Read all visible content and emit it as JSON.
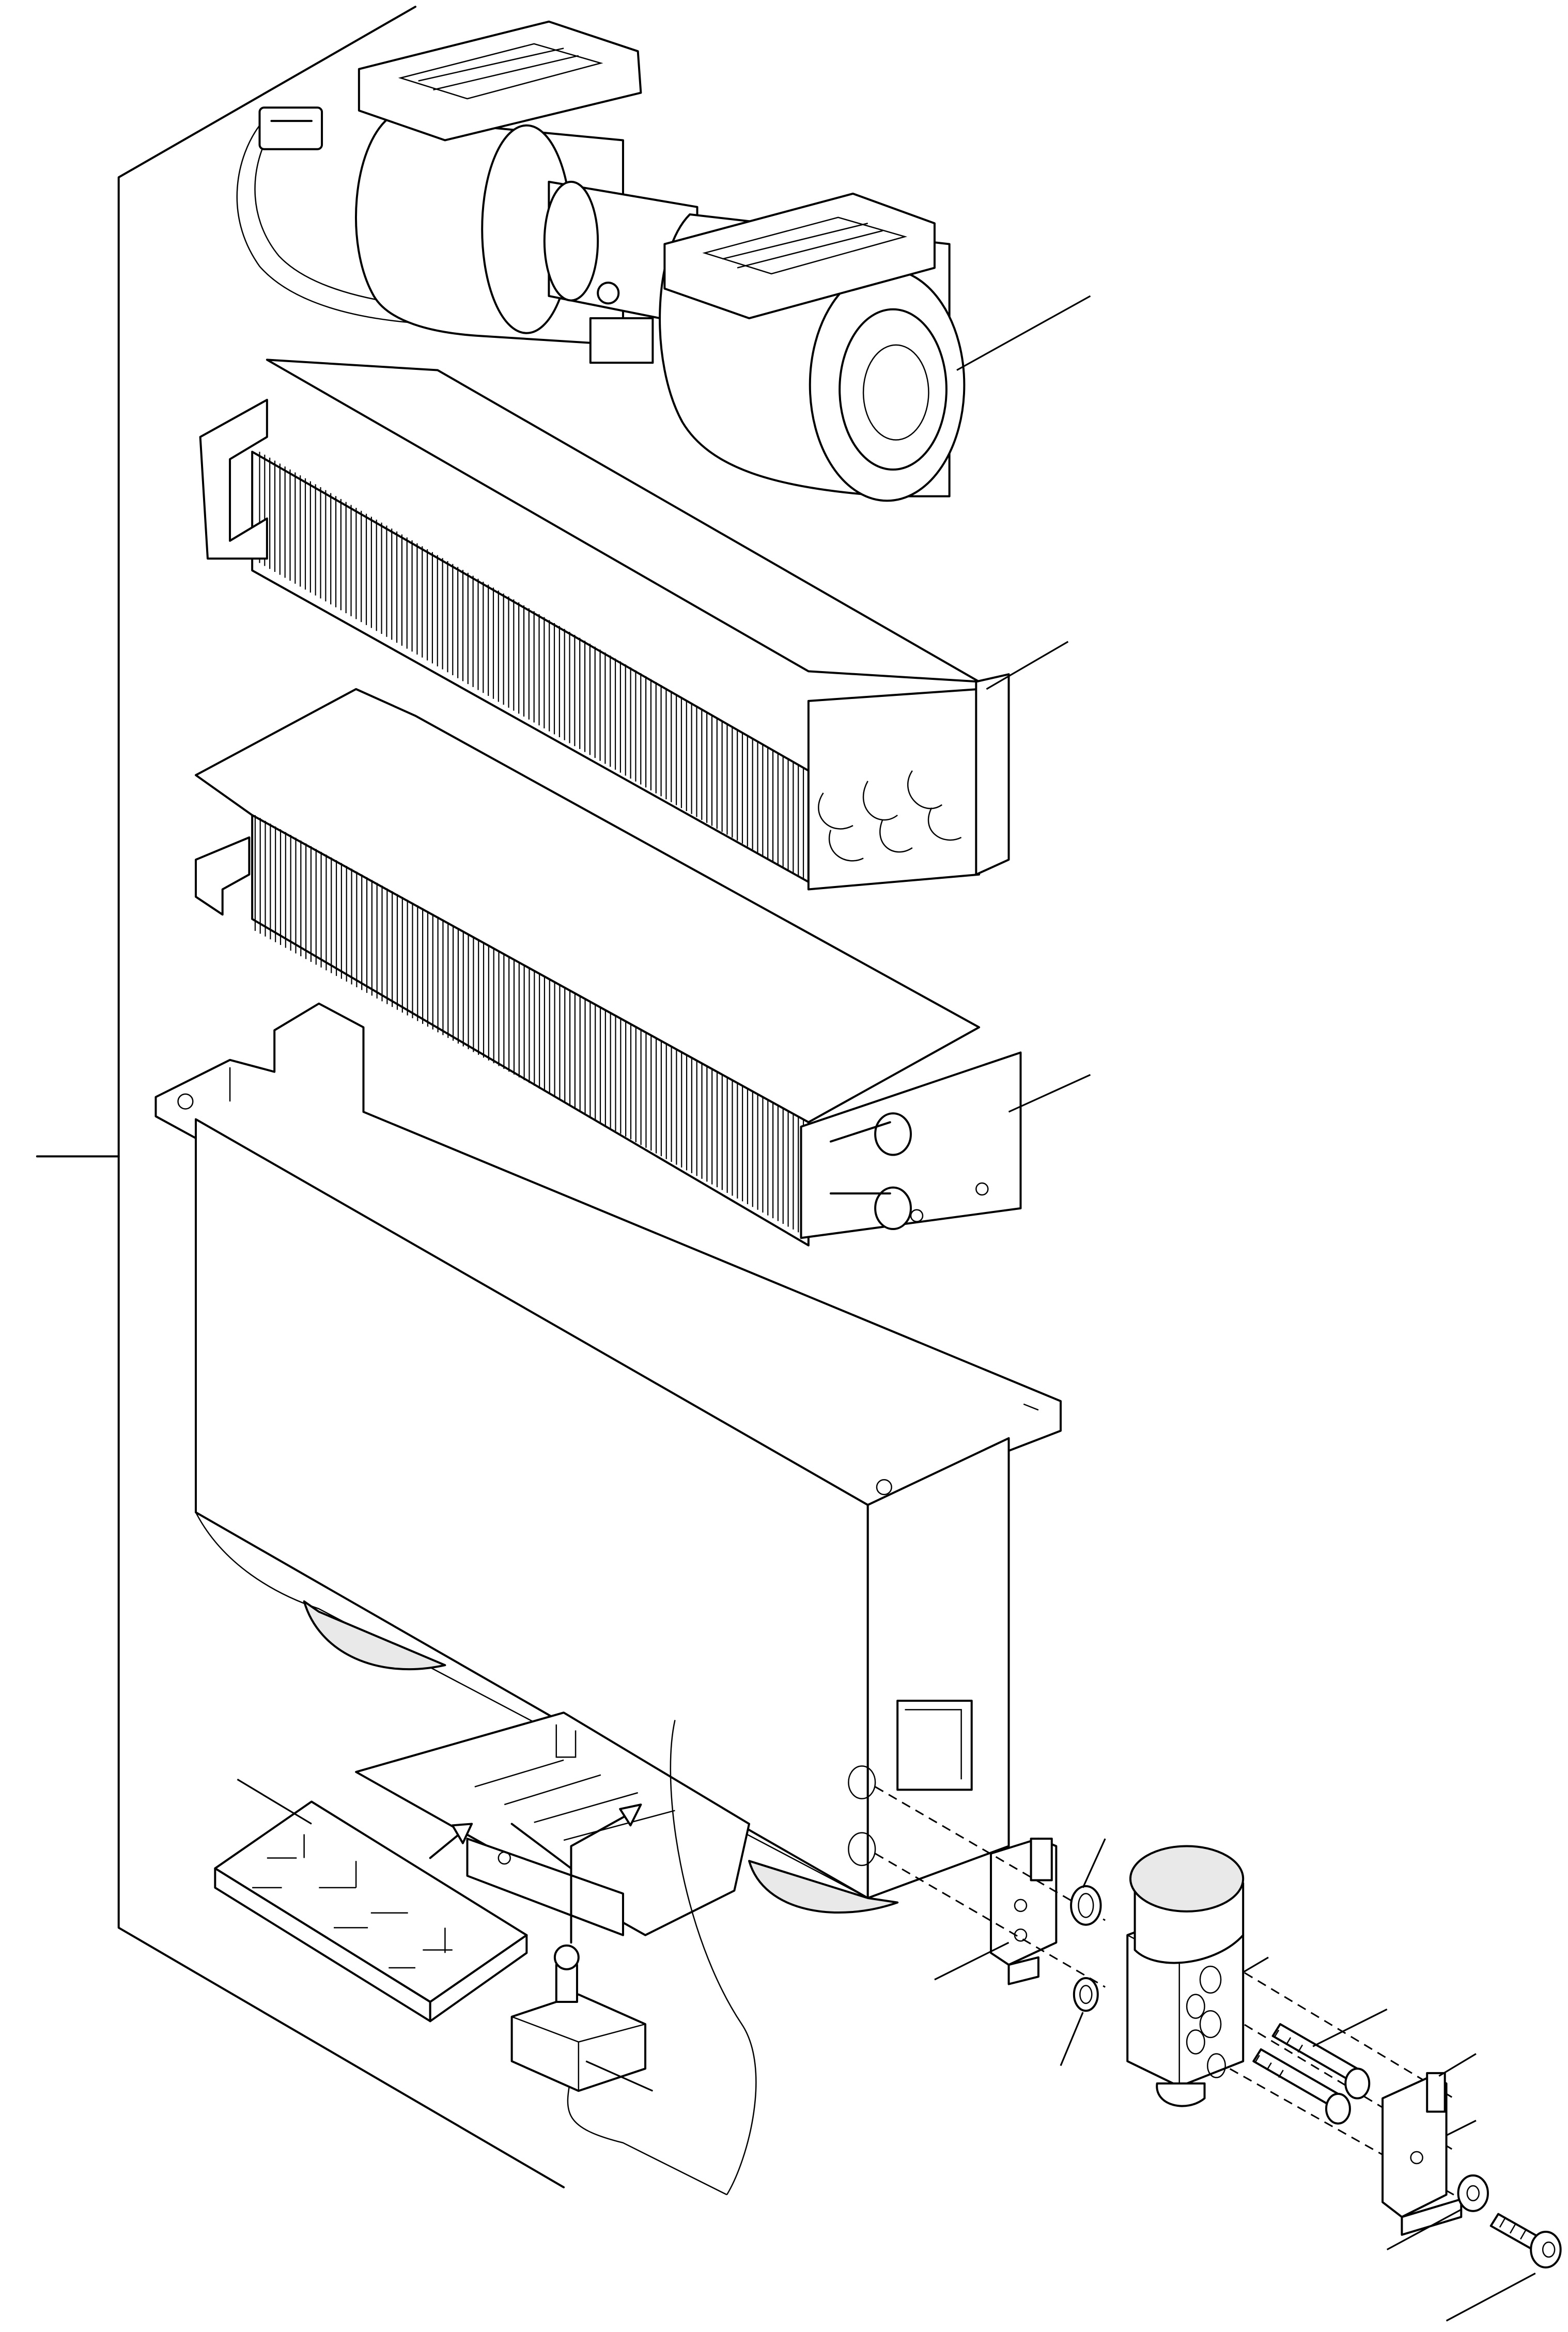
{
  "diagram": {
    "type": "exploded-parts-drawing",
    "labels": [],
    "components": [
      {
        "id": "blower-motor",
        "icon": "blower-icon"
      },
      {
        "id": "heater-core",
        "icon": "coil-icon"
      },
      {
        "id": "evaporator-core",
        "icon": "coil-icon"
      },
      {
        "id": "housing",
        "icon": "box-icon"
      },
      {
        "id": "insulation-pad",
        "icon": "pad-icon"
      },
      {
        "id": "thermostat-switch",
        "icon": "switch-icon"
      },
      {
        "id": "mounting-plate",
        "icon": "bracket-icon"
      },
      {
        "id": "o-ring-upper",
        "icon": "ring-icon"
      },
      {
        "id": "o-ring-lower",
        "icon": "ring-icon"
      },
      {
        "id": "expansion-valve",
        "icon": "valve-icon"
      },
      {
        "id": "cap-screws",
        "icon": "screw-icon"
      },
      {
        "id": "retaining-bracket",
        "icon": "bracket-icon"
      },
      {
        "id": "washer",
        "icon": "washer-icon"
      },
      {
        "id": "hex-screw",
        "icon": "screw-icon"
      }
    ],
    "leader_count": 15
  }
}
